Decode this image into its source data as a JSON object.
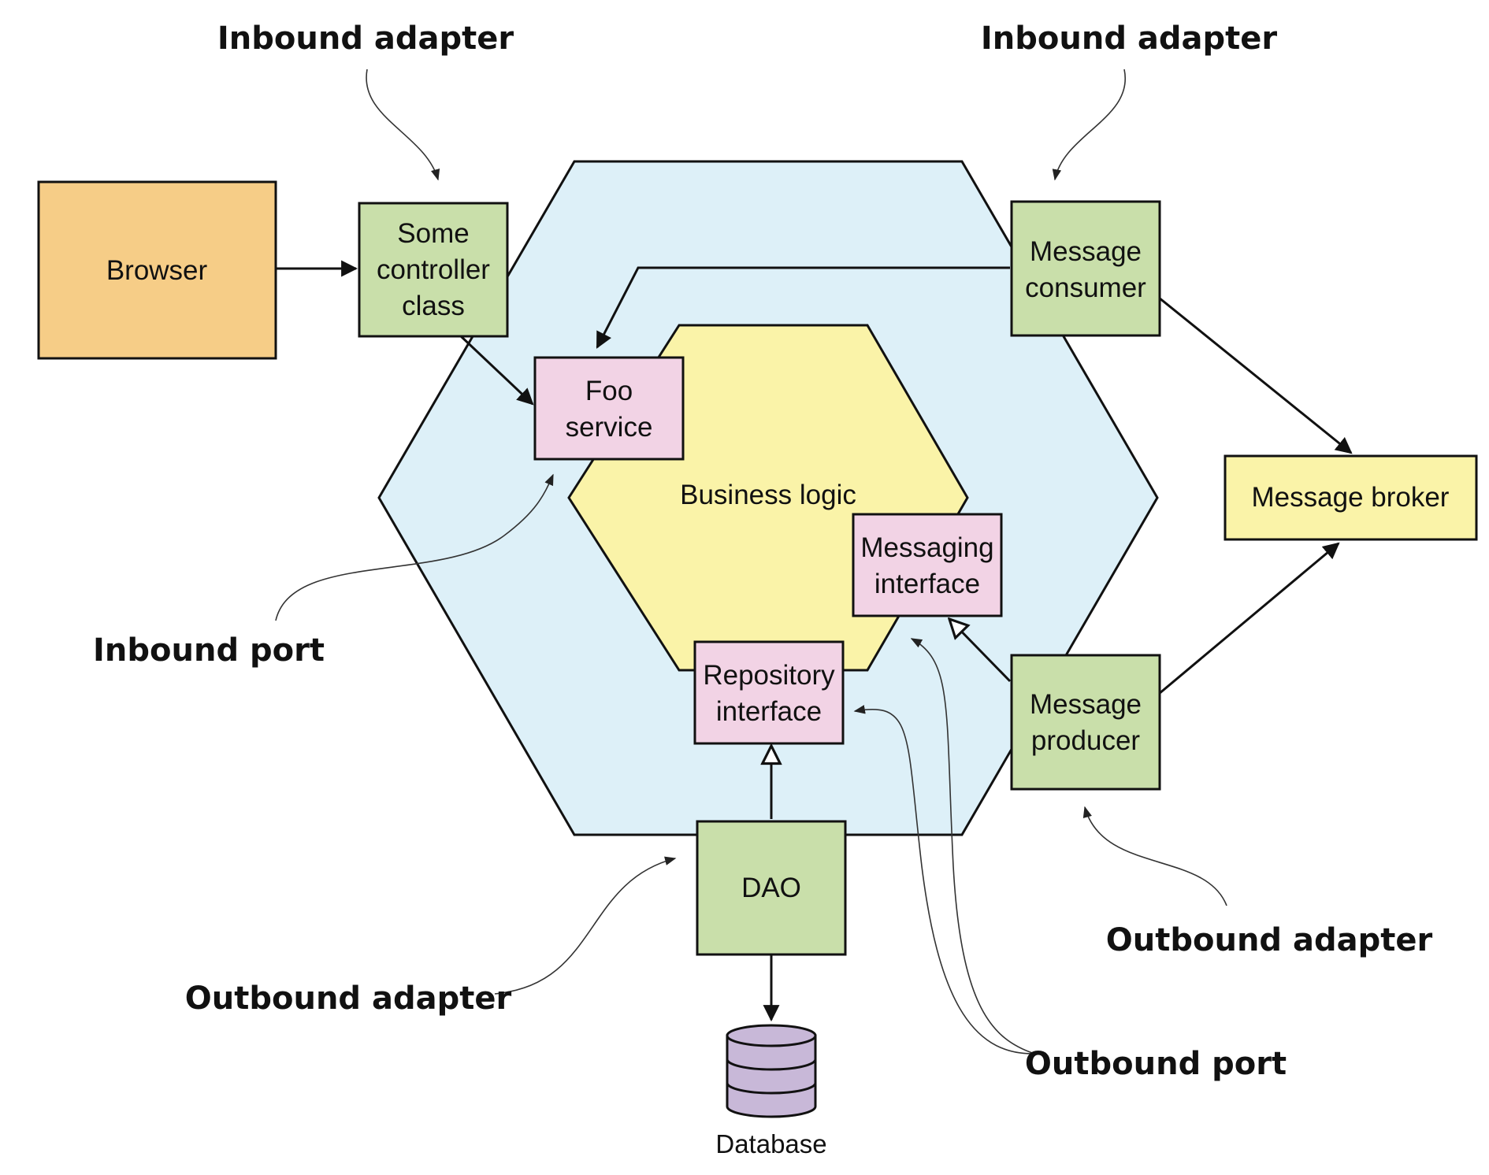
{
  "callouts": {
    "inbound_adapter_left": "Inbound adapter",
    "inbound_adapter_right": "Inbound adapter",
    "inbound_port": "Inbound port",
    "outbound_adapter_left": "Outbound adapter",
    "outbound_adapter_right": "Outbound adapter",
    "outbound_port": "Outbound port"
  },
  "nodes": {
    "browser": [
      "Browser"
    ],
    "controller": [
      "Some",
      "controller",
      "class"
    ],
    "foo_service": [
      "Foo",
      "service"
    ],
    "business_logic": [
      "Business logic"
    ],
    "messaging_interface": [
      "Messaging",
      "interface"
    ],
    "repository_interface": [
      "Repository",
      "interface"
    ],
    "message_consumer": [
      "Message",
      "consumer"
    ],
    "message_producer": [
      "Message",
      "producer"
    ],
    "message_broker": [
      "Message broker"
    ],
    "dao": [
      "DAO"
    ],
    "database": [
      "Database"
    ]
  },
  "colors": {
    "outer_hexagon": "#ddf0f8",
    "inner_hexagon": "#faf3a8",
    "browser": "#f6cd87",
    "adapter": "#c9dfaa",
    "port": "#f2d3e5",
    "broker": "#faf3a8",
    "database": "#c8b8d8",
    "stroke": "#111111"
  }
}
